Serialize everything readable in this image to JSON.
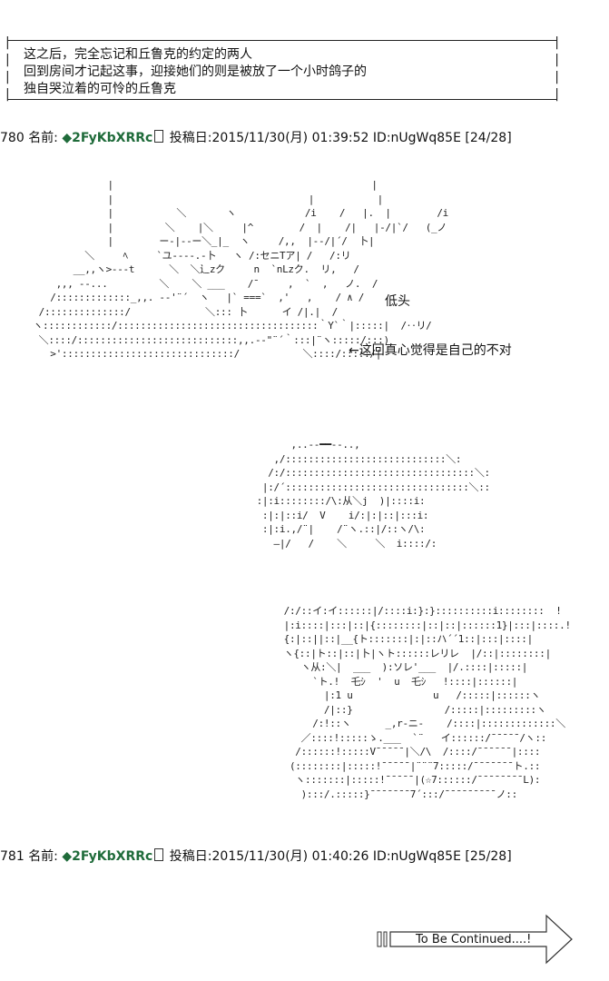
{
  "narration": {
    "lines": [
      "这之后，完全忘记和丘鲁克的约定的两人",
      "回到房间才记起这事，迎接她们的则是被放了一个小时鸽子的",
      "独自哭泣着的可怜的丘鲁克"
    ]
  },
  "posts": [
    {
      "number": "780",
      "name_label": "名前:",
      "trip": "◆2FyKbXRRc",
      "date_label": "投稿日:",
      "datetime": "2015/11/30(月) 01:39:52",
      "id": "ID:nUgWq85E",
      "count": "[24/28]"
    },
    {
      "number": "781",
      "name_label": "名前:",
      "trip": "◆2FyKbXRRc",
      "date_label": "投稿日:",
      "datetime": "2015/11/30(月) 01:40:26",
      "id": "ID:nUgWq85E",
      "count": "[25/28]"
    }
  ],
  "annotations": {
    "bow": "低头",
    "sincere": "←这回真心觉得是自己的不对"
  },
  "ascii_art": {
    "bowing": "              |                                             |\n              |                                  |           |\n              |           ＼       ヽ            /i    /   |.  |        /i\n              |         ＼    |＼     |^        /  |    /|   |-/|`/   (_ノ\n              |        ー-|--ー＼_|_  ヽ     /,,  |--/|´/  卜|\n          ＼     ﾍ     `ユ----.-卜   ヽ /:セニTア| /   /:リ\n        __,,ヽ>---t      ＼  ＼辶zク     n  `nLzク.  リ,   /\n     ,,, --...         ＼    ＼ ___    /¯     ,  `  ,   ノ.  /\n    /:::::::::::::_,,. -‐'¨´  ヽ   |` ===`  ,'   ,    / ∧ /\n  /::::::::::::::/             ＼::: 卜      イ /|.|  /\n ヽ::::::::::::/:::::::::::::::::::::::::::::::::::｀Y`｀|:::::|  /‥リ/\n  ＼::::/::::::::::::::::::::::::::::,,.--\"¨´｀:::|¨ヽ:::::/:::)\n    >'::::::::::::::::::::::::::::::/           ＼::::/:::::/|",
    "face": "              ,..-‐━━‐-..,\n           ,/::::::::::::::::::::::::::::＼:\n          /:/:::::::::::::::::::::::::::::::::＼:\n         |:/´::::::::::::::::::::::::::::::::＼::\n        :|:i::::::::/\\:从＼j  )|::::i:\n         :|:|::i/  V    i/:|:|::|:::i:\n         :|:i.,/¨|    /¨ヽ.::|/::ヽ/\\:\n           ―|/   /    ＼     ＼  i::::/:",
    "crying": "  /:/::イ:イ::::::|/::::i:}:}::::::::::i::::::::  !\n  |:i::::|:::|::|{::::::::|::|::|::::::1}|:::|::::.!\n  {:|::||::|__{ト:::::::|:|::ハ´´1::|:::|::::|\n  ヽ{::|ト::|::|卜|ヽト::::::レリレ  |/::|::::::::|\n     ヽ从:＼|  ___  ):ソレ'___  |/.::::|:::::|\n       `ト.!  乇ｼ  '  u  乇ｼ   !::::|::::::|\n         |:1 u              u   /:::::|::::::ヽ\n         /|::}                /:::::|:::::::::ヽ\n       /:!::ヽ      _,r‐ニ-    /::::|:::::::::::::＼\n     ／::::!:::::ゝ.___  `¨   イ::::::/¯¯¯¯¯/ヽ::\n    /::::::!:::::V¯¯¯¯¯|＼/\\  /::::/¯¯¯¯¯¯|::::\n   (::::::::|:::::!¯¯¯¯¯|¨¨¨7:::::/¯¯¯¯¯¯¯ト.::\n    ヽ:::::::|:::::!¯¯¯¯¯|(☆7::::::/¯¯¯¯¯¯¯¯L):\n     ):::/.:::::}¯¯¯¯¯¯¯7´:::/¯¯¯¯¯¯¯¯¯ノ::"
  },
  "footer": {
    "to_be_continued": "To Be Continued....!"
  }
}
